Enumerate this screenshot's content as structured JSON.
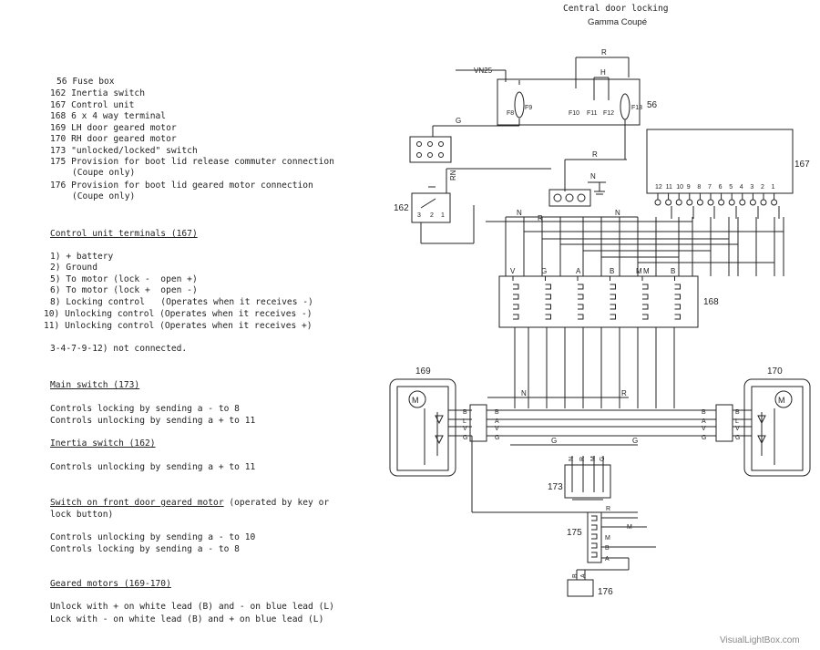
{
  "title": {
    "line1": "Central door locking",
    "line2": "Gamma Coupé"
  },
  "legend": [
    {
      "num": "56",
      "label": "Fuse box"
    },
    {
      "num": "162",
      "label": "Inertia switch"
    },
    {
      "num": "167",
      "label": "Control unit"
    },
    {
      "num": "168",
      "label": "6 x 4 way terminal"
    },
    {
      "num": "169",
      "label": "LH door geared motor"
    },
    {
      "num": "170",
      "label": "RH door geared motor"
    },
    {
      "num": "173",
      "label": "\"unlocked/locked\" switch"
    },
    {
      "num": "175",
      "label": "Provision for boot lid release commuter connection",
      "sub": "(Coupe only)"
    },
    {
      "num": "176",
      "label": "Provision for boot lid geared motor connection",
      "sub": "(Coupe only)"
    }
  ],
  "control_unit": {
    "heading": "Control unit terminals (167)",
    "lines": [
      "1) + battery",
      "2) Ground",
      "5) To motor (lock -  open +)",
      "6) To motor (lock +  open -)",
      "8) Locking control   (Operates when it receives -)",
      "10) Unlocking control (Operates when it receives -)",
      "11) Unlocking control (Operates when it receives +)"
    ],
    "not_connected": "3-4-7-9-12) not connected."
  },
  "main_switch": {
    "heading": "Main switch (173)",
    "lines": [
      "Controls locking by sending a - to 8",
      "Controls unlocking by sending a + to 11"
    ]
  },
  "inertia_switch": {
    "heading": "Inertia switch (162)",
    "lines": [
      "Controls unlocking by sending a + to 11"
    ]
  },
  "front_door": {
    "heading": "Switch on front door geared motor",
    "heading_tail": " (operated by key or",
    "heading_line2": "lock button)",
    "lines": [
      "Controls unlocking by sending a - to 10",
      "Controls locking by sending a - to 8"
    ]
  },
  "geared_motors": {
    "heading": "Geared motors (169-170)",
    "lines": [
      "Unlock with + on white lead (B) and - on blue lead (L)",
      "Lock with - on white lead (B) and + on blue lead (L)"
    ]
  },
  "diagram": {
    "components": [
      "56",
      "167",
      "162",
      "168",
      "169",
      "170",
      "173",
      "175",
      "176"
    ],
    "fuses": [
      "F8",
      "F9",
      "F10",
      "F11",
      "F12",
      "F13"
    ],
    "terminals_167": [
      "12",
      "11",
      "10",
      "9",
      "8",
      "7",
      "6",
      "5",
      "4",
      "3",
      "2",
      "1"
    ],
    "wire_labels": {
      "vn25": "VN25",
      "r": "R",
      "h": "H",
      "g": "G",
      "n": "N",
      "rn": "RN",
      "v": "V",
      "a": "A",
      "b": "B",
      "l": "L",
      "m": "M",
      "c": "C"
    }
  },
  "watermark": "VisualLightBox.com"
}
